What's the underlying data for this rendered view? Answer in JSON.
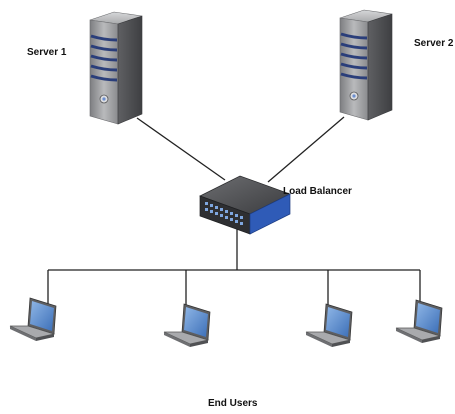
{
  "diagram": {
    "nodes": {
      "server1": {
        "label": "Server 1",
        "icon": "server-tower-icon"
      },
      "server2": {
        "label": "Server 2",
        "icon": "server-tower-icon"
      },
      "load_balancer": {
        "label": "Load Balancer",
        "icon": "network-switch-icon"
      },
      "end_users": {
        "label": "End Users",
        "icon": "laptop-icon",
        "count": 4
      }
    },
    "edges": [
      [
        "server1",
        "load_balancer"
      ],
      [
        "server2",
        "load_balancer"
      ],
      [
        "load_balancer",
        "end_users"
      ]
    ],
    "colors": {
      "line": "#222222",
      "server_body": "#8e8f92",
      "server_stripe": "#2a3e7a",
      "switch_body": "#3a3a3c",
      "switch_accent": "#2f5bb7",
      "laptop_screen": "#4a7fc4"
    }
  }
}
